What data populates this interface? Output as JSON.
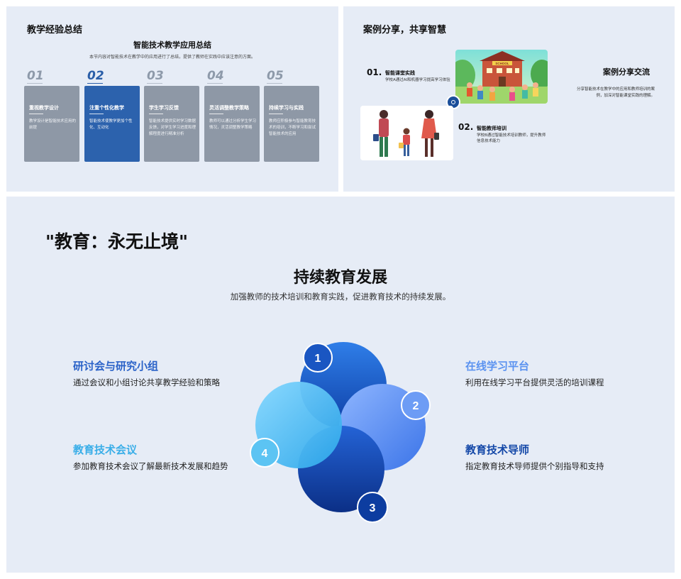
{
  "slide_a": {
    "title": "教学经验总结",
    "subtitle": "智能技术教学应用总结",
    "description": "本节内容对智能技术在教学中的应用进行了总结，提供了教师在实践中应该注意的方面。",
    "cards": [
      {
        "num": "01",
        "title": "重视教学设计",
        "desc": "教学设计是智能技术应用的前提"
      },
      {
        "num": "02",
        "title": "注重个性化教学",
        "desc": "智能技术使教学更加个性化、互动化"
      },
      {
        "num": "03",
        "title": "学生学习反馈",
        "desc": "智能技术提供实时学习数据反馈，对学生学习进度和理解程度进行精准分析"
      },
      {
        "num": "04",
        "title": "灵活调整教学策略",
        "desc": "教师可以通过分析学生学习情况，灵活调整教学策略"
      },
      {
        "num": "05",
        "title": "持续学习与实践",
        "desc": "教师应积极参与智能教育技术的培训，不断学习和尝试智能技术的应用"
      }
    ]
  },
  "slide_b": {
    "title": "案例分享，共享智慧",
    "items": [
      {
        "num": "01.",
        "title": "智能课堂实践",
        "desc": "学校A通过AI和机器学习提高学习体验"
      },
      {
        "num": "02.",
        "title": "智能教师培训",
        "desc": "学校B通过智能技术培训教师，提升教师信息技术能力"
      }
    ],
    "school_sign": "SCHOOL",
    "right_title": "案例分享交流",
    "right_desc": "分享智能技术在教学中的应用和教师培训的案例，加深对智能课堂实践的理解。"
  },
  "slide_c": {
    "quote": "\"教育：永无止境\"",
    "title": "持续教育发展",
    "subtitle": "加强教师的技术培训和教育实践，促进教育技术的持续发展。",
    "items": [
      {
        "title": "研讨会与研究小组",
        "desc": "通过会议和小组讨论共享教学经验和策略",
        "color": "#2a62c8"
      },
      {
        "title": "在线学习平台",
        "desc": "利用在线学习平台提供灵活的培训课程",
        "color": "#5a92f0"
      },
      {
        "title": "教育技术会议",
        "desc": "参加教育技术会议了解最新技术发展和趋势",
        "color": "#3aaee8"
      },
      {
        "title": "教育技术导师",
        "desc": "指定教育技术导师提供个别指导和支持",
        "color": "#1448a8"
      }
    ],
    "badges": [
      "1",
      "2",
      "3",
      "4"
    ]
  }
}
